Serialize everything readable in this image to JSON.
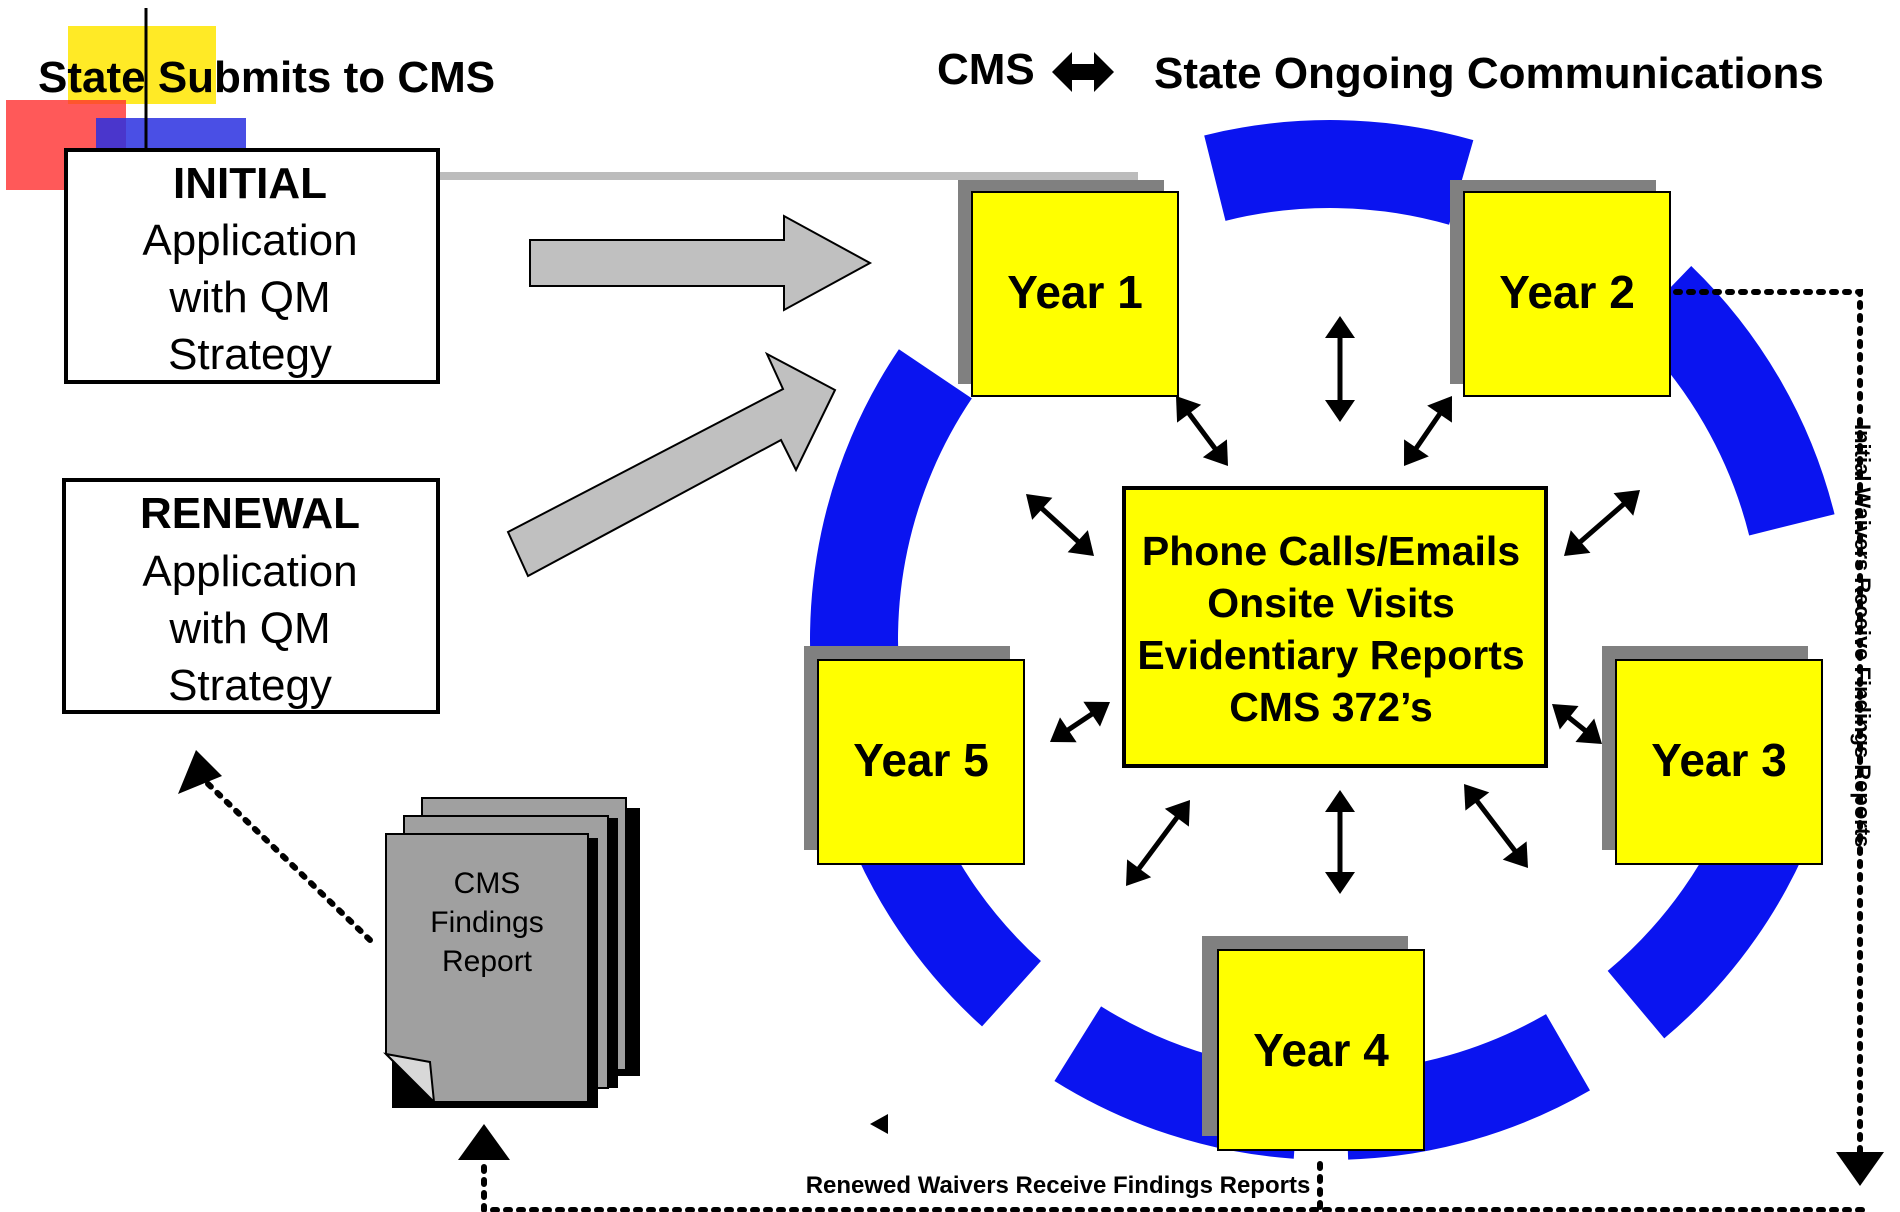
{
  "headings": {
    "left": "State Submits to CMS",
    "right_prefix": "CMS",
    "right_suffix": "State Ongoing Communications"
  },
  "applications": {
    "initial": {
      "title": "INITIAL",
      "line1": "Application",
      "line2": "with QM",
      "line3": "Strategy"
    },
    "renewal": {
      "title": "RENEWAL",
      "line1": "Application",
      "line2": "with QM",
      "line3": "Strategy"
    }
  },
  "years": {
    "year1": "Year 1",
    "year2": "Year 2",
    "year3": "Year 3",
    "year4": "Year 4",
    "year5": "Year 5"
  },
  "center": {
    "line1": "Phone Calls/Emails",
    "line2": "Onsite Visits",
    "line3": "Evidentiary Reports",
    "line4": "CMS 372’s"
  },
  "report": {
    "line1": "CMS",
    "line2": "Findings",
    "line3": "Report"
  },
  "captions": {
    "initial_findings": "Initial Waivers Receive Findings Reports",
    "renewed_findings": "Renewed Waivers Receive Findings Reports"
  },
  "colors": {
    "ring": "#0a14f0",
    "year_box": "#ffff00",
    "shadow": "#808080",
    "big_arrow": "#c0c0c0",
    "report_page": "#a0a0a0"
  }
}
